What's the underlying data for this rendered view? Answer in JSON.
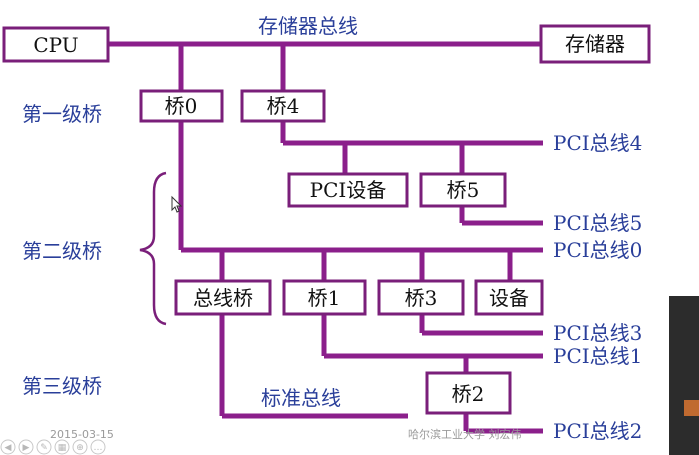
{
  "nodes": {
    "cpu": "CPU",
    "memory": "存储器",
    "bridge0": "桥0",
    "bridge4": "桥4",
    "pci_device": "PCI设备",
    "bridge5": "桥5",
    "bus_bridge": "总线桥",
    "bridge1": "桥1",
    "bridge3": "桥3",
    "device": "设备",
    "bridge2": "桥2"
  },
  "buses": {
    "memory_bus": "存储器总线",
    "standard_bus": "标准总线",
    "pci4": "PCI总线4",
    "pci5": "PCI总线5",
    "pci0": "PCI总线0",
    "pci3": "PCI总线3",
    "pci1": "PCI总线1",
    "pci2": "PCI总线2"
  },
  "levels": {
    "first": "第一级桥",
    "second": "第二级桥",
    "third": "第三级桥"
  },
  "footer": {
    "date": "2015-03-15",
    "author": "哈尔滨工业大学  刘宏伟"
  },
  "colors": {
    "wire": "#8b1f8b",
    "box_border": "#7a1f7a",
    "label_blue": "#2a3f9a"
  }
}
